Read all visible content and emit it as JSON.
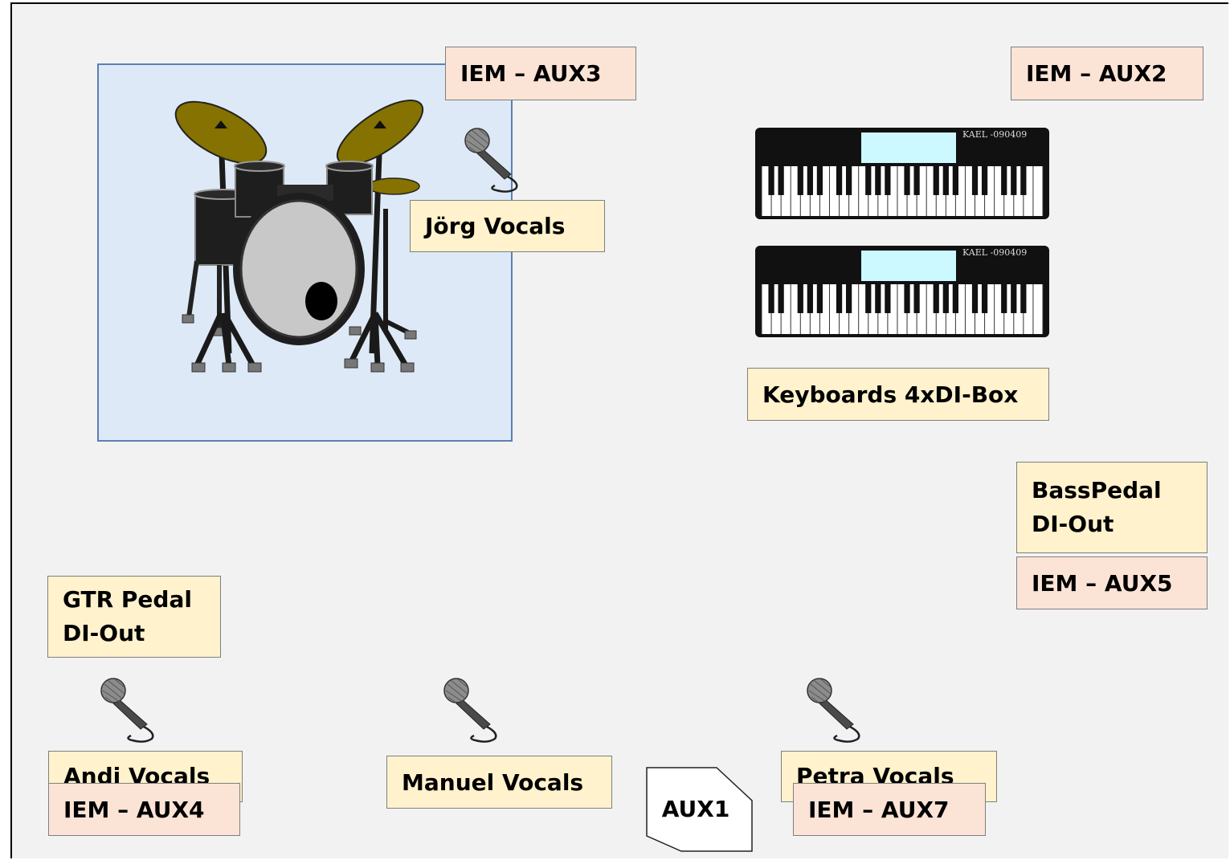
{
  "stage_plot": {
    "drum_riser_label": "",
    "labels": {
      "iem_aux3": "IEM – AUX3",
      "iem_aux2": "IEM – AUX2",
      "joerg_vocals": "Jörg Vocals",
      "keyboards": "Keyboards 4xDI-Box",
      "basspedal_line1": "BassPedal",
      "basspedal_line2": "DI-Out",
      "iem_aux5": "IEM – AUX5",
      "gtr_pedal_line1": "GTR Pedal",
      "gtr_pedal_line2": "DI-Out",
      "andi_vocals": "Andi Vocals",
      "iem_aux4": "IEM – AUX4",
      "manuel_vocals": "Manuel Vocals",
      "aux1": "AUX1",
      "petra_vocals": "Petra Vocals",
      "iem_aux7": "IEM – AUX7"
    },
    "keyboard_brand": "KAEL -090409",
    "icons": [
      "drum-kit-icon",
      "microphone-icon",
      "keyboard-icon",
      "wedge-monitor-icon"
    ],
    "colors": {
      "vocal_label_bg": "#fff2cc",
      "iem_label_bg": "#fbe4d6",
      "drum_riser_bg": "#dde9f6",
      "drum_riser_border": "#5b80b2",
      "stage_bg": "#f2f2f2"
    }
  }
}
